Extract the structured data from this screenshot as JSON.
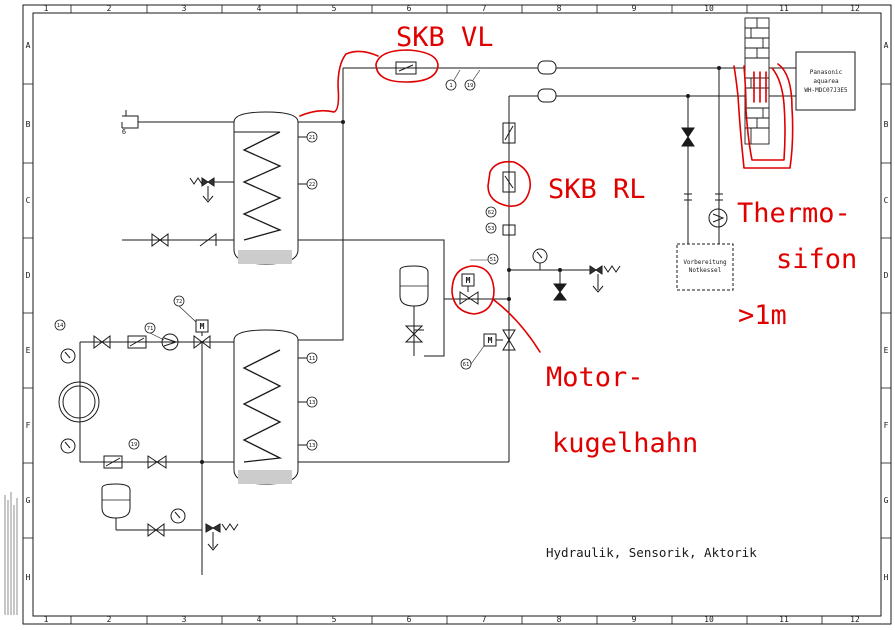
{
  "frame": {
    "col_labels": [
      "1",
      "2",
      "3",
      "4",
      "5",
      "6",
      "7",
      "8",
      "9",
      "10",
      "11",
      "12"
    ],
    "row_labels": [
      "A",
      "B",
      "C",
      "D",
      "E",
      "F",
      "G",
      "H"
    ]
  },
  "equipment": {
    "heat_pump_line1": "Panasonic",
    "heat_pump_line2": "aquarea",
    "heat_pump_line3": "WH-MDC07J3E5",
    "boiler_line1": "Vorbereitung",
    "boiler_line2": "Notkessel"
  },
  "sensors": {
    "s21": "21",
    "s22": "22",
    "s11": "11",
    "s13a": "13",
    "s13b": "13",
    "s1": "1",
    "s19": "19",
    "s62": "62",
    "s53": "53",
    "s51": "51",
    "s61": "61",
    "s71": "71",
    "s72": "72",
    "s19b": "19",
    "s14": "14"
  },
  "tap_label": "6",
  "caption": "Hydraulik, Sensorik, Aktorik",
  "annotations": {
    "skb_vl": "SKB VL",
    "skb_rl": "SKB RL",
    "thermo_1": "Thermo-",
    "thermo_2": "sifon",
    "thermo_3": ">1m",
    "motor_1": "Motor-",
    "motor_2": "kugelhahn"
  },
  "colors": {
    "line": "#1a1a1a",
    "markup": "#e00000",
    "background": "#ffffff"
  }
}
